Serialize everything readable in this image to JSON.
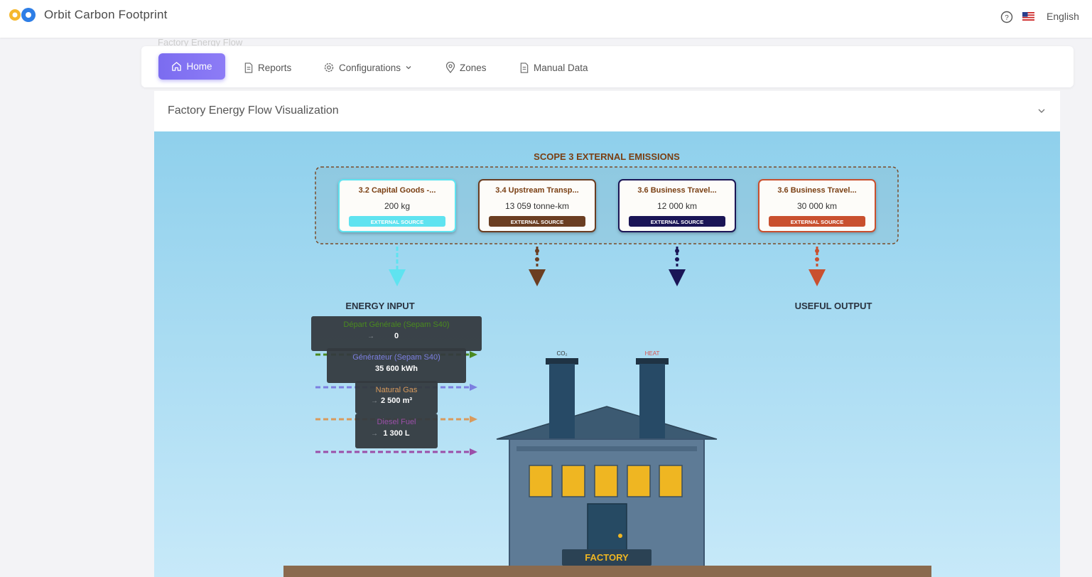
{
  "app": {
    "title": "Orbit Carbon Footprint",
    "language": "English"
  },
  "ghost_title": "Factory Energy Flow",
  "nav": {
    "home": "Home",
    "reports": "Reports",
    "configurations": "Configurations",
    "zones": "Zones",
    "manual_data": "Manual Data"
  },
  "card": {
    "title": "Factory Energy Flow Visualization"
  },
  "viz": {
    "scope3_title": "SCOPE 3 EXTERNAL EMISSIONS",
    "scope3_cards": [
      {
        "title": "3.2 Capital Goods -...",
        "value": "200 kg",
        "badge": "EXTERNAL SOURCE",
        "color": "#5fe3f0"
      },
      {
        "title": "3.4 Upstream Transp...",
        "value": "13 059 tonne-km",
        "badge": "EXTERNAL SOURCE",
        "color": "#6b3e22"
      },
      {
        "title": "3.6 Business Travel...",
        "value": "12 000 km",
        "badge": "EXTERNAL SOURCE",
        "color": "#1a1556"
      },
      {
        "title": "3.6 Business Travel...",
        "value": "30 000 km",
        "badge": "EXTERNAL SOURCE",
        "color": "#c9502f"
      }
    ],
    "energy_input_label": "ENERGY INPUT",
    "useful_output_label": "USEFUL OUTPUT",
    "inputs": [
      {
        "name": "Départ Générale (Sepam S40)",
        "value": "0",
        "color": "#4a8a1f"
      },
      {
        "name": "Générateur (Sepam S40)",
        "value": "35 600 kWh",
        "color": "#7c7fe0"
      },
      {
        "name": "Natural Gas",
        "value": "2 500 m³",
        "color": "#d99a5c"
      },
      {
        "name": "Diesel Fuel",
        "value": "1 300 L",
        "color": "#9b4fa8"
      }
    ],
    "chimney_labels": {
      "co2": "CO₂",
      "heat": "HEAT"
    },
    "factory_label": "FACTORY"
  }
}
